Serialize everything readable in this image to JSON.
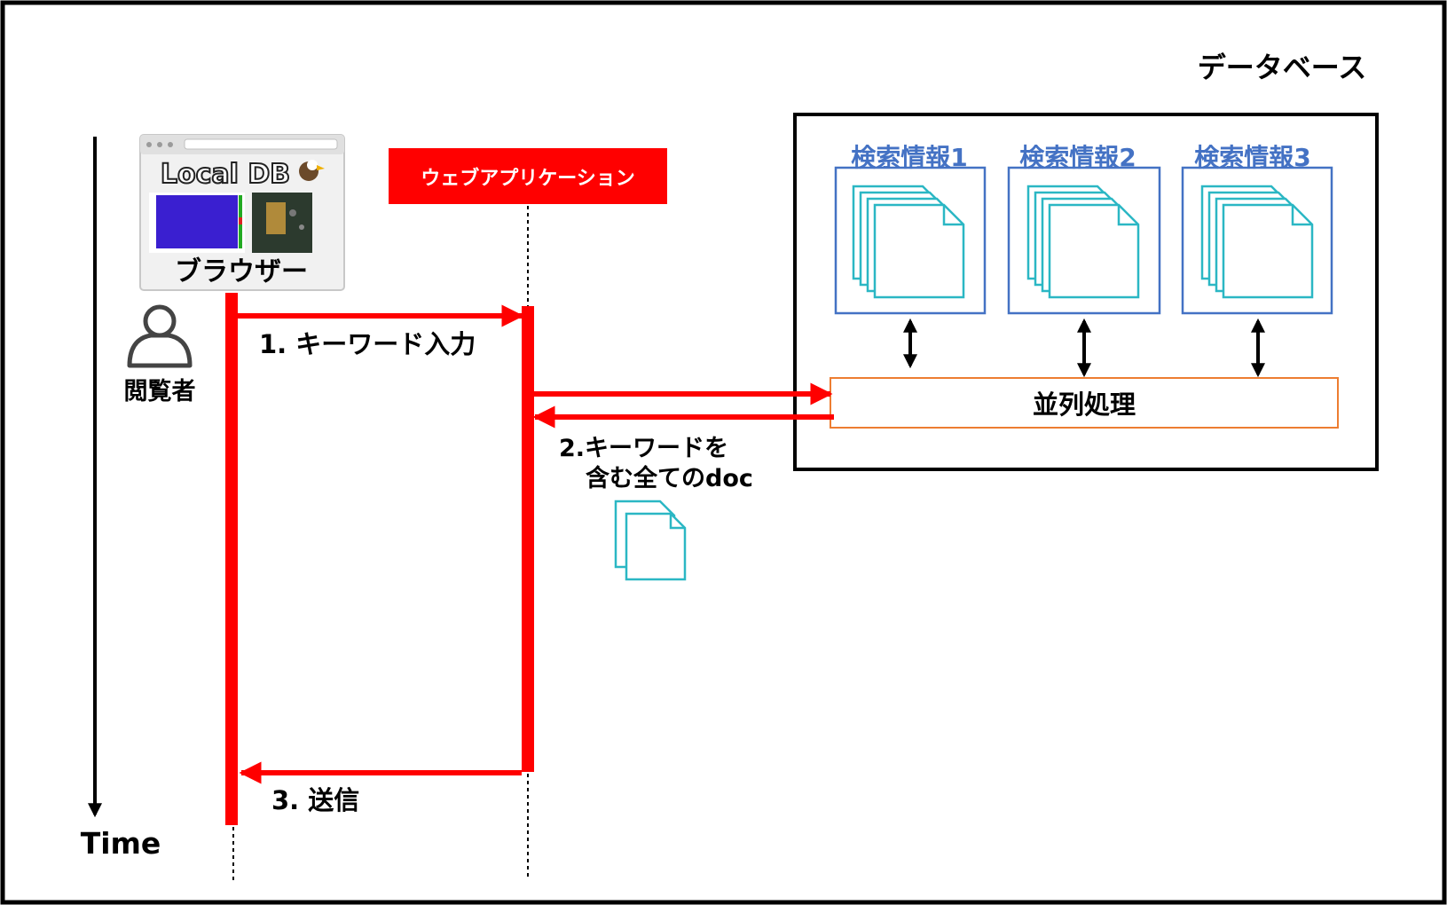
{
  "database": {
    "title": "データベース",
    "items": [
      {
        "label": "検索情報1"
      },
      {
        "label": "検索情報2"
      },
      {
        "label": "検索情報3"
      }
    ],
    "parallel_label": "並列処理"
  },
  "webapp": {
    "label": "ウェブアプリケーション"
  },
  "browser": {
    "label": "ブラウザー",
    "logo_text": "Local DB"
  },
  "user": {
    "label": "閲覧者"
  },
  "time_axis": {
    "label": "Time"
  },
  "messages": {
    "step1": "1. キーワード入力",
    "step2_line1": "2.キーワードを",
    "step2_line2": "含む全てのdoc",
    "step3": "3. 送信"
  },
  "colors": {
    "red": "#ff0000",
    "blue": "#4472c4",
    "teal": "#2bb7c4",
    "orange": "#ed7d31",
    "black": "#000000"
  }
}
